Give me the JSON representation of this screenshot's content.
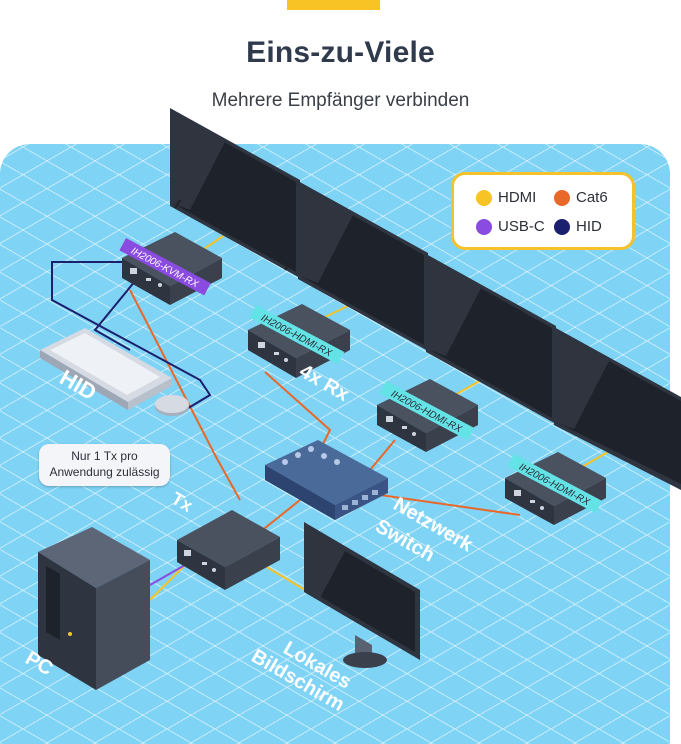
{
  "header": {
    "title": "Eins-zu-Viele",
    "subtitle": "Mehrere Empfänger verbinden"
  },
  "legend": [
    {
      "label": "HDMI",
      "color": "#f7c325"
    },
    {
      "label": "Cat6",
      "color": "#e8682a"
    },
    {
      "label": "USB-C",
      "color": "#8a4be0"
    },
    {
      "label": "HID",
      "color": "#1a1f6e"
    }
  ],
  "note": {
    "line1": "Nur 1 Tx pro",
    "line2": "Anwendung zulässig"
  },
  "devices": {
    "kvm_rx": "IH2006-KVM-RX",
    "hdmi_rx_1": "IH2006-HDMI-RX",
    "hdmi_rx_2": "IH2006-HDMI-RX",
    "hdmi_rx_3": "IH2006-HDMI-RX"
  },
  "labels": {
    "hid": "HID",
    "rx_count": "4x Rx",
    "tx": "Tx",
    "switch_line1": "Netzwerk",
    "switch_line2": "Switch",
    "pc": "PC",
    "monitor_line1": "Lokales",
    "monitor_line2": "Bildschirm"
  }
}
